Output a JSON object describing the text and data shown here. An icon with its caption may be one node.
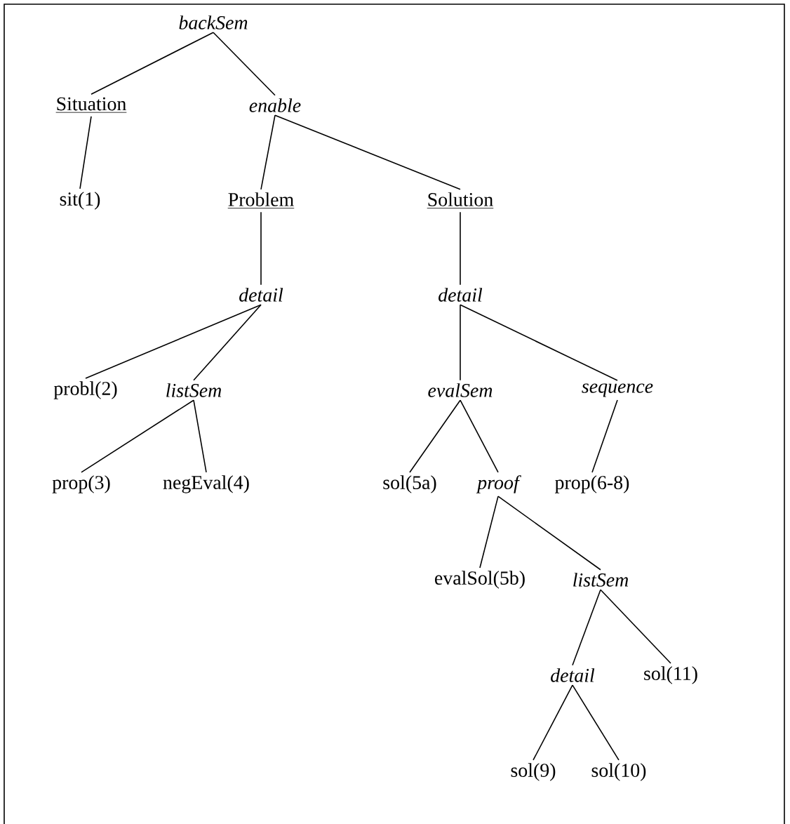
{
  "diagram": {
    "nodes": [
      {
        "text": [
          "backSem"
        ]
      },
      {
        "text": [
          "Situation"
        ]
      },
      {
        "text": [
          "enable"
        ]
      },
      {
        "text": [
          "sit(1)"
        ]
      },
      {
        "text": [
          "Problem"
        ]
      },
      {
        "text": [
          "Solution"
        ]
      },
      {
        "text": [
          "detail"
        ]
      },
      {
        "text": [
          "detail"
        ]
      },
      {
        "text": [
          "probl(2)"
        ]
      },
      {
        "text": [
          "listSem"
        ]
      },
      {
        "text": [
          "evalSem"
        ]
      },
      {
        "text": [
          "sequence"
        ]
      },
      {
        "text": [
          "prop(3)"
        ]
      },
      {
        "text": [
          "negEval(4)"
        ]
      },
      {
        "text": [
          "sol(5a)"
        ]
      },
      {
        "text": [
          "proof"
        ]
      },
      {
        "text": [
          "prop(6-8)"
        ]
      },
      {
        "text": [
          "evalSol(5b)"
        ]
      },
      {
        "text": [
          "listSem"
        ]
      },
      {
        "text": [
          "detail"
        ]
      },
      {
        "text": [
          "sol(11)"
        ]
      },
      {
        "text": [
          "sol(9)"
        ]
      },
      {
        "text": [
          "sol(10)"
        ]
      }
    ],
    "edges": [
      {
        "from": 0,
        "to": 1,
        "arrow": "none"
      },
      {
        "from": 0,
        "to": 2,
        "arrow": "none"
      },
      {
        "from": 1,
        "to": 3,
        "arrow": "none"
      },
      {
        "from": 2,
        "to": 4,
        "arrow": "none"
      },
      {
        "from": 2,
        "to": 5,
        "arrow": "none"
      },
      {
        "from": 4,
        "to": 6,
        "arrow": "none"
      },
      {
        "from": 5,
        "to": 7,
        "arrow": "none"
      },
      {
        "from": 6,
        "to": 8,
        "arrow": "none"
      },
      {
        "from": 6,
        "to": 9,
        "arrow": "none"
      },
      {
        "from": 9,
        "to": 12,
        "arrow": "none"
      },
      {
        "from": 9,
        "to": 13,
        "arrow": "none"
      },
      {
        "from": 7,
        "to": 10,
        "arrow": "none"
      },
      {
        "from": 7,
        "to": 11,
        "arrow": "none"
      },
      {
        "from": 10,
        "to": 14,
        "arrow": "none"
      },
      {
        "from": 10,
        "to": 15,
        "arrow": "none"
      },
      {
        "from": 11,
        "to": 16,
        "arrow": "none"
      },
      {
        "from": 15,
        "to": 17,
        "arrow": "none"
      },
      {
        "from": 15,
        "to": 18,
        "arrow": "none"
      },
      {
        "from": 18,
        "to": 19,
        "arrow": "none"
      },
      {
        "from": 18,
        "to": 20,
        "arrow": "none"
      },
      {
        "from": 19,
        "to": 21,
        "arrow": "none"
      },
      {
        "from": 19,
        "to": 22,
        "arrow": "none"
      }
    ]
  }
}
